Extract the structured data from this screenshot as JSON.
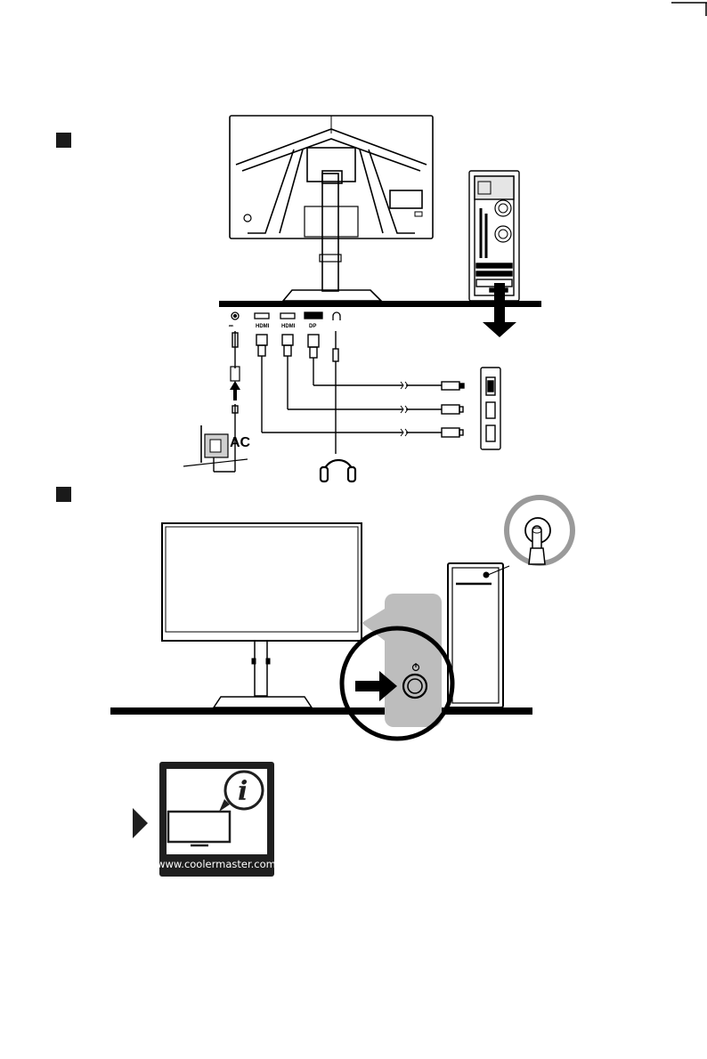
{
  "ports": [
    {
      "key": "dc",
      "label": "⎓",
      "icon": "dc-power-port-icon"
    },
    {
      "key": "hdmi1",
      "label": "HDMI",
      "icon": "hdmi-port-icon"
    },
    {
      "key": "hdmi2",
      "label": "HDMI",
      "icon": "hdmi-port-icon"
    },
    {
      "key": "dp",
      "label": "DP",
      "icon": "displayport-port-icon"
    },
    {
      "key": "audio",
      "label": "",
      "icon": "headphone-port-icon"
    }
  ],
  "power": {
    "ac_label": "AC"
  },
  "info_box": {
    "url": "www.coolermaster.com",
    "icon": "info-icon"
  },
  "colors": {
    "ink": "#000000",
    "gray": "#bdbdbd",
    "mid_gray": "#9a9a9a",
    "white": "#ffffff"
  }
}
